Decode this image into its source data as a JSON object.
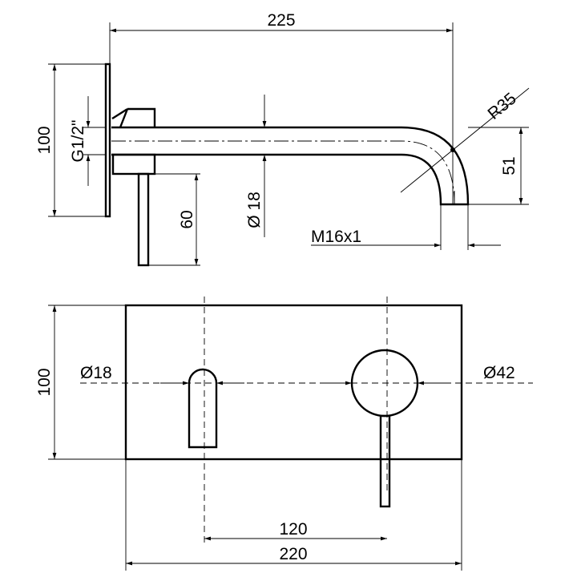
{
  "side_view": {
    "overall_length": "225",
    "plate_height": "100",
    "thread_inlet": "G1/2\"",
    "spout_diameter": "Ø 18",
    "lever_length": "60",
    "bend_radius": "R35",
    "spout_drop": "51",
    "outlet_thread": "M16x1"
  },
  "front_view": {
    "plate_height": "100",
    "spout_diameter": "Ø18",
    "handle_diameter": "Ø42",
    "center_distance": "120",
    "plate_width": "220"
  }
}
